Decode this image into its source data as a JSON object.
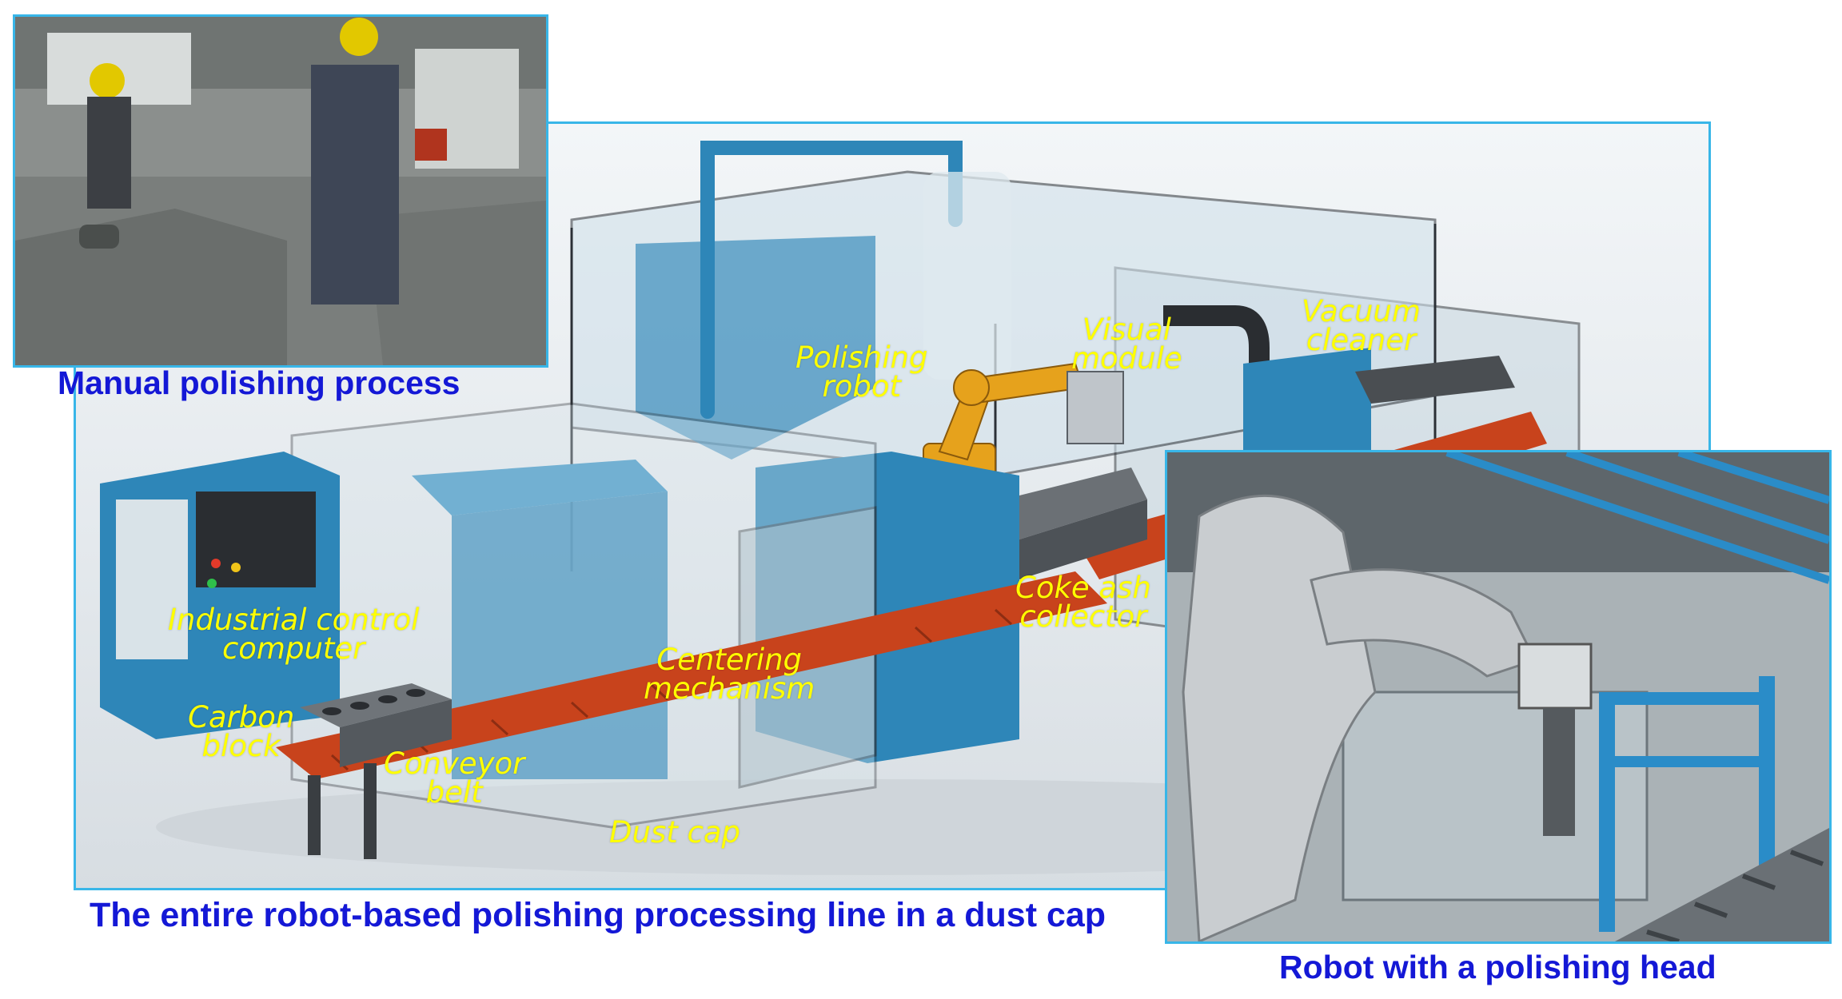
{
  "captions": {
    "manual": "Manual polishing process",
    "line": "The entire robot-based polishing processing line in a dust cap",
    "robot": "Robot with a polishing head"
  },
  "labels": {
    "polishing_robot": [
      "Polishing",
      "robot"
    ],
    "visual_module": [
      "Visual",
      "module"
    ],
    "vacuum_cleaner": [
      "Vacuum",
      "cleaner"
    ],
    "industrial_control_computer": [
      "Industrial control",
      "computer"
    ],
    "centering_mechanism": [
      "Centering",
      "mechanism"
    ],
    "coke_ash_collector": [
      "Coke ash",
      "collector"
    ],
    "carbon_block": [
      "Carbon",
      "block"
    ],
    "conveyor_belt": [
      "Conveyor",
      "belt"
    ],
    "dust_cap": "Dust cap"
  },
  "colors": {
    "caption": "#1418d6",
    "label": "#ffff00",
    "panel_border": "#38b6e8",
    "machine_blue": "#2e86b8",
    "conveyor": "#c8431c",
    "robot_yellow": "#e6a21c"
  }
}
